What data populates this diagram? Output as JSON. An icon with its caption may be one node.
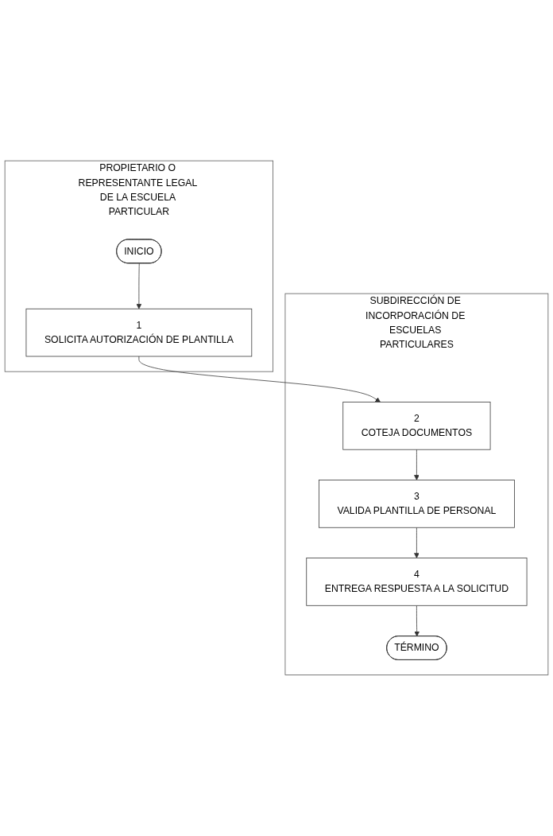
{
  "diagram": {
    "nodes": [
      {
        "text": [
          "PROPIETARIO O REPRESENTANTE LEGAL DE LA ESCUELA PARTICULAR"
        ]
      },
      {
        "text": [
          "SUBDIRECCIÓN DE INCORPORACIÓN DE ESCUELAS PARTICULARES"
        ]
      },
      {
        "text": [
          "INICIO"
        ],
        "in": 0
      },
      {
        "text": [
          "1",
          "SOLICITA AUTORIZACIÓN DE PLANTILLA"
        ],
        "in": 0
      },
      {
        "text": [
          "2",
          "COTEJA DOCUMENTOS"
        ],
        "in": 1
      },
      {
        "text": [
          "3",
          "VALIDA PLANTILLA DE PERSONAL"
        ],
        "in": 1
      },
      {
        "text": [
          "4",
          "ENTREGA RESPUESTA A LA SOLICITUD"
        ],
        "in": 1
      },
      {
        "text": [
          "TÉRMINO"
        ],
        "in": 1
      }
    ],
    "edges": [
      {
        "from": 2,
        "to": 3,
        "arrow": "to"
      },
      {
        "from": 3,
        "to": 4,
        "arrow": "to"
      },
      {
        "from": 4,
        "to": 5,
        "arrow": "to"
      },
      {
        "from": 5,
        "to": 6,
        "arrow": "to"
      },
      {
        "from": 6,
        "to": 7,
        "arrow": "to"
      }
    ]
  }
}
